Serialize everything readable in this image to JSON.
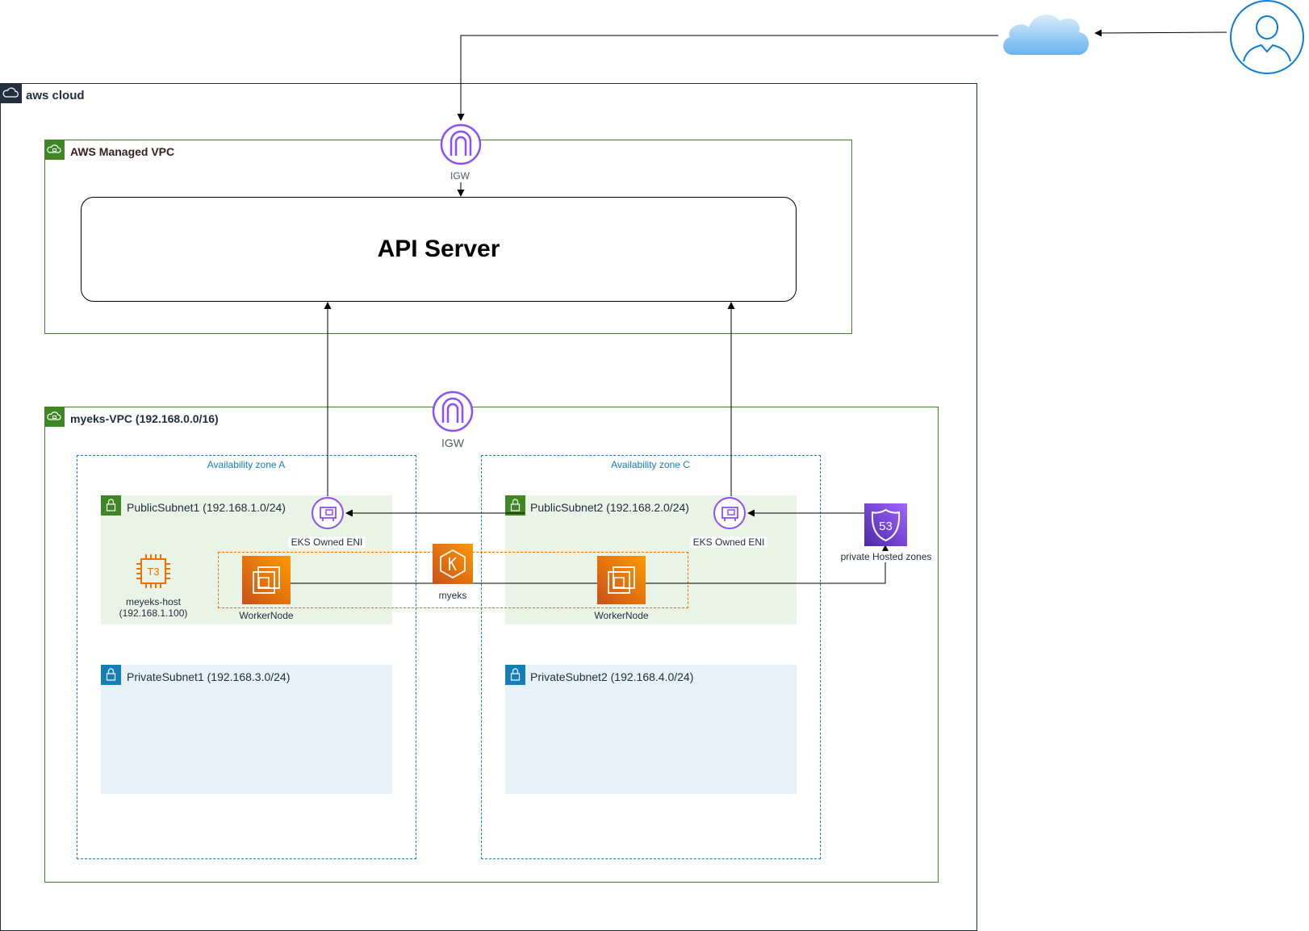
{
  "containers": {
    "aws_cloud": "aws cloud",
    "aws_managed_vpc": "AWS Managed VPC",
    "myeks_vpc": "myeks-VPC (192.168.0.0/16)",
    "az_a": "Availability zone A",
    "az_c": "Availability zone C",
    "public_subnet_1": "PublicSubnet1 (192.168.1.0/24)",
    "public_subnet_2": "PublicSubnet2 (192.168.2.0/24)",
    "private_subnet_1": "PrivateSubnet1 (192.168.3.0/24)",
    "private_subnet_2": "PrivateSubnet2 (192.168.4.0/24)"
  },
  "nodes": {
    "api_server": "API Server",
    "igw_top": "IGW",
    "igw_vpc": "IGW",
    "eni_1": "EKS Owned ENI",
    "eni_2": "EKS Owned ENI",
    "route53": "private Hosted zones",
    "eks": "myeks",
    "worker_1": "WorkerNode",
    "worker_2": "WorkerNode",
    "host_name": "meyeks-host",
    "host_ip": "(192.168.1.100)",
    "t3_badge": "T3",
    "r53_badge": "53"
  },
  "icons": [
    "cloud-icon",
    "user-icon",
    "igw-icon",
    "eni-icon",
    "route53-icon",
    "eks-icon",
    "ec2-icon",
    "t3-instance-icon",
    "lock-icon"
  ],
  "colors": {
    "vpc_border": "#3f8624",
    "az_border": "#147eba",
    "public_subnet_bg": "#e9f3e6",
    "private_subnet_bg": "#e6f2f8",
    "compute_orange": "#ed7100",
    "network_purple": "#8c4fff",
    "ink": "#232f3e"
  }
}
